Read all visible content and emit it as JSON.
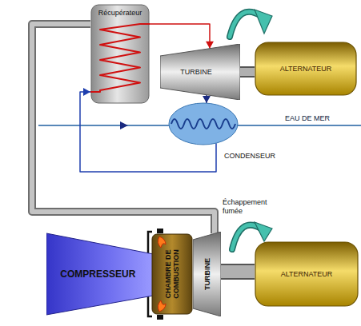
{
  "diagram": {
    "nodes": [
      {
        "text": [
          "Récupérateur"
        ]
      },
      {
        "text": [
          "TURBINE"
        ]
      },
      {
        "text": [
          "ALTERNATEUR"
        ]
      },
      {
        "text": [
          "CONDENSEUR"
        ]
      },
      {
        "text": [
          "COMPRESSEUR"
        ]
      },
      {
        "text": [
          "CHAMBRE DE COMBUSTION"
        ]
      },
      {
        "text": [
          "TURBINE"
        ]
      },
      {
        "text": [
          "ALTERNATEUR"
        ]
      }
    ],
    "edges": [
      {
        "from": 0,
        "to": 1,
        "arrow": "to"
      },
      {
        "from": 1,
        "to": 3,
        "arrow": "to"
      },
      {
        "from": 3,
        "to": 0,
        "arrow": "to"
      },
      {
        "from": 6,
        "to": 0,
        "arrow": "none",
        "label": "Échappement fumée"
      },
      {
        "from": 1,
        "to": 2,
        "arrow": "none"
      },
      {
        "from": 6,
        "to": 7,
        "arrow": "none"
      }
    ],
    "labels": [
      "EAU DE MER"
    ]
  }
}
